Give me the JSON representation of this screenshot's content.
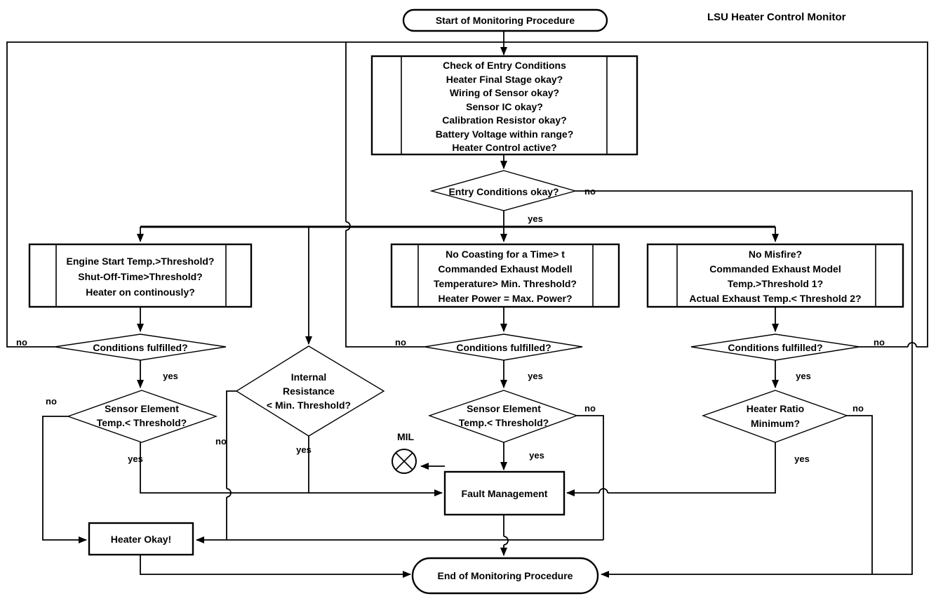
{
  "title": "LSU Heater Control Monitor",
  "labels": {
    "yes": "yes",
    "no": "no",
    "mil": "MIL"
  },
  "nodes": {
    "start": {
      "label": "Start of Monitoring Procedure"
    },
    "entry_check": {
      "lines": [
        "Check of Entry Conditions",
        "Heater Final Stage okay?",
        "Wiring of Sensor okay?",
        "Sensor IC okay?",
        "Calibration Resistor okay?",
        "Battery Voltage within range?",
        "Heater Control active?"
      ]
    },
    "entry_ok": {
      "label": "Entry Conditions okay?"
    },
    "engine_check": {
      "lines": [
        "Engine Start Temp.>Threshold?",
        "Shut-Off-Time>Threshold?",
        "Heater on continously?"
      ]
    },
    "coasting_check": {
      "lines": [
        "No Coasting for a Time> t",
        "Commanded Exhaust Modell",
        "Temperature> Min. Threshold?",
        "Heater Power = Max. Power?"
      ]
    },
    "misfire_check": {
      "lines": [
        "No Misfire?",
        "Commanded Exhaust Model",
        "Temp.>Threshold 1?",
        "Actual Exhaust Temp.< Threshold 2?"
      ]
    },
    "cond_left": {
      "label": "Conditions fulfilled?"
    },
    "cond_mid": {
      "label": "Conditions fulfilled?"
    },
    "cond_right": {
      "label": "Conditions fulfilled?"
    },
    "sensor_left": {
      "lines": [
        "Sensor Element",
        "Temp.< Threshold?"
      ]
    },
    "sensor_mid": {
      "lines": [
        "Sensor Element",
        "Temp.< Threshold?"
      ]
    },
    "internal_resistance": {
      "lines": [
        "Internal",
        "Resistance",
        "< Min. Threshold?"
      ]
    },
    "heater_ratio": {
      "lines": [
        "Heater Ratio",
        "Minimum?"
      ]
    },
    "fault_management": {
      "label": "Fault Management"
    },
    "heater_okay": {
      "label": "Heater Okay!"
    },
    "end": {
      "label": "End of Monitoring Procedure"
    }
  }
}
